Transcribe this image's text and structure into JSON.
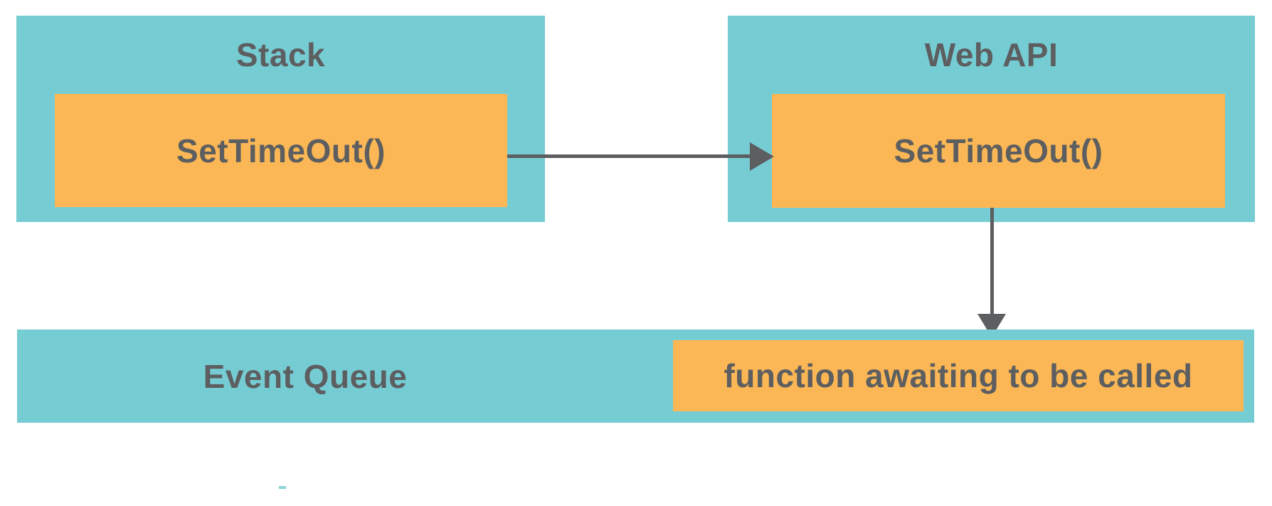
{
  "colors": {
    "container": "#76ccd3",
    "item": "#fbb755",
    "text": "#5c5e60",
    "arrow": "#5c5e60",
    "background": "#ffffff"
  },
  "diagram": {
    "stack": {
      "title": "Stack",
      "item": "SetTimeOut()"
    },
    "web_api": {
      "title": "Web API",
      "item": "SetTimeOut()"
    },
    "event_queue": {
      "title": "Event Queue",
      "item": "function awaiting to be called"
    },
    "arrows": [
      {
        "name": "stack-to-webapi",
        "direction": "right",
        "from": "Stack / SetTimeOut()",
        "to": "Web API / SetTimeOut()"
      },
      {
        "name": "webapi-to-eventqueue",
        "direction": "down",
        "from": "Web API / SetTimeOut()",
        "to": "Event Queue / function awaiting to be called"
      }
    ]
  }
}
